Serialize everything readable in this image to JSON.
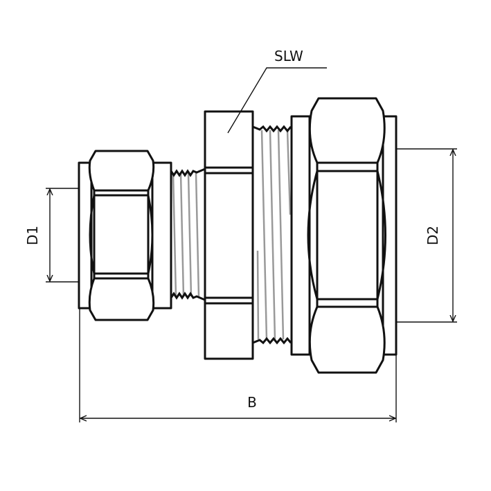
{
  "labels": {
    "slw": "SLW",
    "d1": "D1",
    "d2": "D2",
    "b": "B"
  },
  "colors": {
    "line": "#111111",
    "thread": "#999999",
    "background": "#ffffff"
  }
}
